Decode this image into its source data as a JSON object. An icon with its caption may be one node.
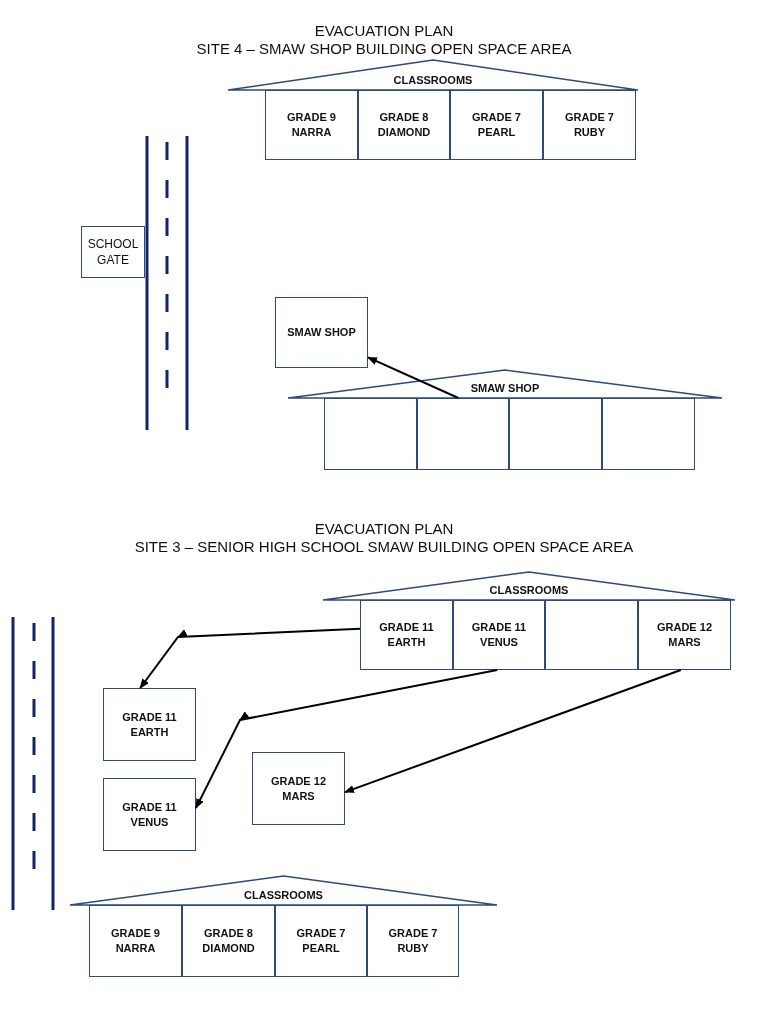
{
  "diagram": {
    "nodes": [
      {
        "text": [
          "CLASSROOMS"
        ]
      },
      {
        "text": [
          "GRADE 9 NARRA"
        ]
      },
      {
        "text": [
          "GRADE 8 DIAMOND"
        ]
      },
      {
        "text": [
          "GRADE 7 PEARL"
        ]
      },
      {
        "text": [
          "GRADE 7 RUBY"
        ]
      },
      {
        "text": [
          "SCHOOL GATE"
        ]
      },
      {
        "text": [
          "SMAW SHOP"
        ]
      },
      {
        "text": [
          "SMAW SHOP"
        ]
      },
      {
        "text": [],
        "shape": "box"
      },
      {
        "text": [],
        "shape": "box"
      },
      {
        "text": [],
        "shape": "box"
      },
      {
        "text": [],
        "shape": "box"
      },
      {
        "text": [
          "CLASSROOMS"
        ]
      },
      {
        "text": [
          "GRADE 11 EARTH"
        ]
      },
      {
        "text": [
          "GRADE 11 VENUS"
        ]
      },
      {
        "text": [],
        "shape": "box"
      },
      {
        "text": [
          "GRADE 12 MARS"
        ]
      },
      {
        "text": [
          "GRADE 11 EARTH"
        ]
      },
      {
        "text": [
          "GRADE 11 VENUS"
        ]
      },
      {
        "text": [
          "GRADE 12 MARS"
        ]
      },
      {
        "text": [
          "CLASSROOMS"
        ]
      },
      {
        "text": [
          "GRADE 9 NARRA"
        ]
      },
      {
        "text": [
          "GRADE 8 DIAMOND"
        ]
      },
      {
        "text": [
          "GRADE 7 PEARL"
        ]
      },
      {
        "text": [
          "GRADE 7 RUBY"
        ]
      }
    ],
    "edges": [
      {
        "from": 9,
        "to": 6,
        "arrow": "to"
      },
      {
        "from": 13,
        "to": 17,
        "arrow": "to"
      },
      {
        "from": 14,
        "to": 18,
        "arrow": "to"
      },
      {
        "from": 16,
        "to": 19,
        "arrow": "to"
      }
    ],
    "labels": [
      "EVACUATION PLAN",
      "SITE 4 –  SMAW SHOP BUILDING OPEN SPACE AREA",
      "EVACUATION PLAN",
      "SITE 3 – SENIOR HIGH SCHOOL SMAW BUILDING OPEN SPACE AREA"
    ]
  }
}
